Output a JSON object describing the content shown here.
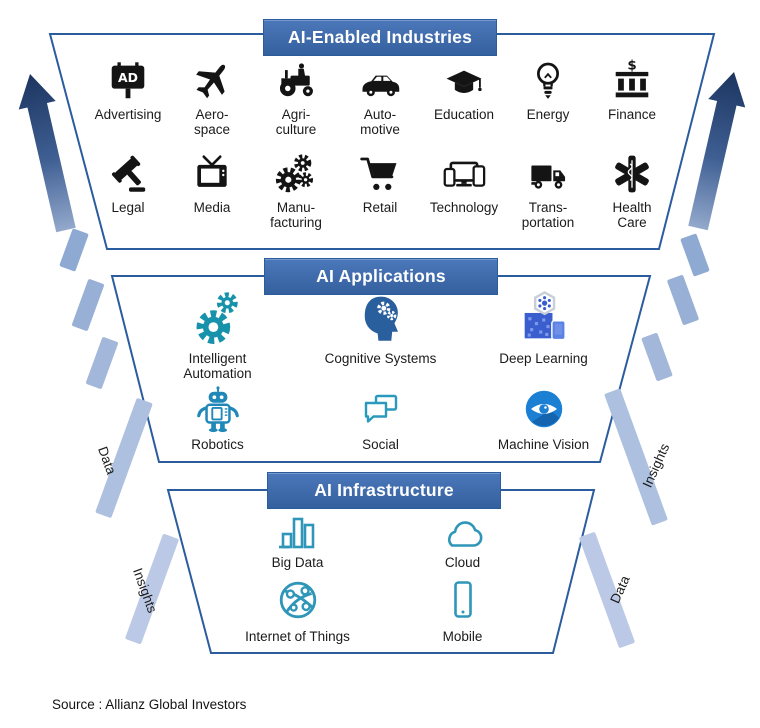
{
  "headers": {
    "industries": "AI-Enabled Industries",
    "applications": "AI Applications",
    "infrastructure": "AI Infrastructure"
  },
  "industries": {
    "row1": [
      {
        "label": "Advertising",
        "icon": "billboard-ad"
      },
      {
        "label": "Aero-\nspace",
        "icon": "airplane"
      },
      {
        "label": "Agri-\nculture",
        "icon": "tractor"
      },
      {
        "label": "Auto-\nmotive",
        "icon": "car"
      },
      {
        "label": "Education",
        "icon": "graduation-cap"
      },
      {
        "label": "Energy",
        "icon": "light-bulb"
      },
      {
        "label": "Finance",
        "icon": "bank-dollar"
      }
    ],
    "row2": [
      {
        "label": "Legal",
        "icon": "gavel"
      },
      {
        "label": "Media",
        "icon": "tv"
      },
      {
        "label": "Manu-\nfacturing",
        "icon": "gears"
      },
      {
        "label": "Retail",
        "icon": "shopping-cart"
      },
      {
        "label": "Technology",
        "icon": "devices"
      },
      {
        "label": "Trans-\nportation",
        "icon": "truck"
      },
      {
        "label": "Health\nCare",
        "icon": "star-of-life"
      }
    ]
  },
  "applications": {
    "row1": [
      {
        "label": "Intelligent\nAutomation",
        "icon": "teal-gears"
      },
      {
        "label": "Cognitive Systems",
        "icon": "head-with-gears"
      },
      {
        "label": "Deep Learning",
        "icon": "hexagon-network"
      }
    ],
    "row2": [
      {
        "label": "Robotics",
        "icon": "robot"
      },
      {
        "label": "Social",
        "icon": "chat-bubbles"
      },
      {
        "label": "Machine Vision",
        "icon": "eye-circle"
      }
    ]
  },
  "infrastructure": {
    "row1": [
      {
        "label": "Big Data",
        "icon": "bar-chart"
      },
      {
        "label": "Cloud",
        "icon": "cloud"
      }
    ],
    "row2": [
      {
        "label": "Internet of Things",
        "icon": "connected-globe"
      },
      {
        "label": "Mobile",
        "icon": "smartphone"
      }
    ]
  },
  "flow_labels": {
    "left_upper": "Data",
    "left_lower": "Insights",
    "right_upper": "Insights",
    "right_lower": "Data"
  },
  "source": "Source : Allianz Global Investors",
  "colors": {
    "header_bg": "#3a69b0",
    "funnel_border": "#2b5c9e",
    "industry_icon": "#141414",
    "app_teal": "#1792ab",
    "app_blue": "#2a5f9e",
    "infra_teal": "#2e96b8",
    "arrow_dark": "#1c3560",
    "arrow_light": "#93a9cc",
    "dash_light": "#adc0e0"
  }
}
